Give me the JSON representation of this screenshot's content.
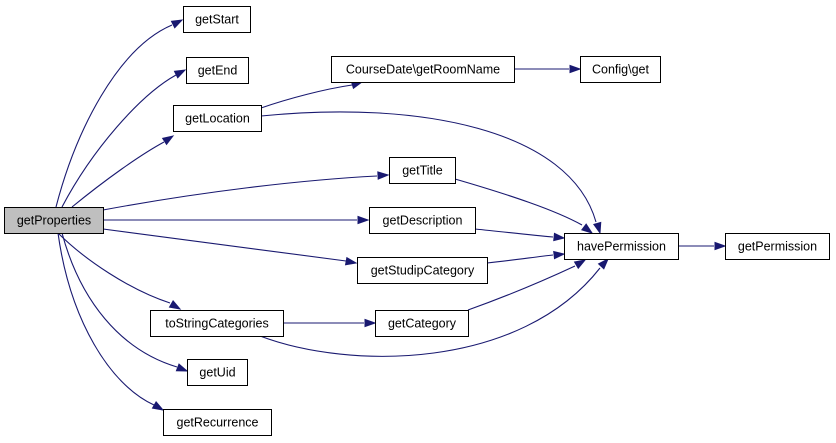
{
  "diagram": {
    "type": "call-graph",
    "colors": {
      "edge": "#191970",
      "root_fill": "#bfbfbf",
      "node_fill": "#ffffff",
      "border": "#000000"
    },
    "nodes": [
      {
        "id": "getProperties",
        "label": "getProperties",
        "root": true
      },
      {
        "id": "getStart",
        "label": "getStart"
      },
      {
        "id": "getEnd",
        "label": "getEnd"
      },
      {
        "id": "getLocation",
        "label": "getLocation"
      },
      {
        "id": "getRoomName",
        "label": "CourseDate\\getRoomName"
      },
      {
        "id": "configGet",
        "label": "Config\\get"
      },
      {
        "id": "getTitle",
        "label": "getTitle"
      },
      {
        "id": "getDescription",
        "label": "getDescription"
      },
      {
        "id": "getStudipCategory",
        "label": "getStudipCategory"
      },
      {
        "id": "havePermission",
        "label": "havePermission"
      },
      {
        "id": "getPermission",
        "label": "getPermission"
      },
      {
        "id": "toStringCategories",
        "label": "toStringCategories"
      },
      {
        "id": "getCategory",
        "label": "getCategory"
      },
      {
        "id": "getUid",
        "label": "getUid"
      },
      {
        "id": "getRecurrence",
        "label": "getRecurrence"
      }
    ],
    "edges": [
      {
        "from": "getProperties",
        "to": "getStart"
      },
      {
        "from": "getProperties",
        "to": "getEnd"
      },
      {
        "from": "getProperties",
        "to": "getLocation"
      },
      {
        "from": "getProperties",
        "to": "getTitle"
      },
      {
        "from": "getProperties",
        "to": "getDescription"
      },
      {
        "from": "getProperties",
        "to": "getStudipCategory"
      },
      {
        "from": "getProperties",
        "to": "toStringCategories"
      },
      {
        "from": "getProperties",
        "to": "getUid"
      },
      {
        "from": "getProperties",
        "to": "getRecurrence"
      },
      {
        "from": "getLocation",
        "to": "getRoomName"
      },
      {
        "from": "getLocation",
        "to": "havePermission"
      },
      {
        "from": "getRoomName",
        "to": "configGet"
      },
      {
        "from": "getTitle",
        "to": "havePermission"
      },
      {
        "from": "getDescription",
        "to": "havePermission"
      },
      {
        "from": "getStudipCategory",
        "to": "havePermission"
      },
      {
        "from": "toStringCategories",
        "to": "getCategory"
      },
      {
        "from": "toStringCategories",
        "to": "havePermission"
      },
      {
        "from": "getCategory",
        "to": "havePermission"
      },
      {
        "from": "havePermission",
        "to": "getPermission"
      }
    ]
  }
}
